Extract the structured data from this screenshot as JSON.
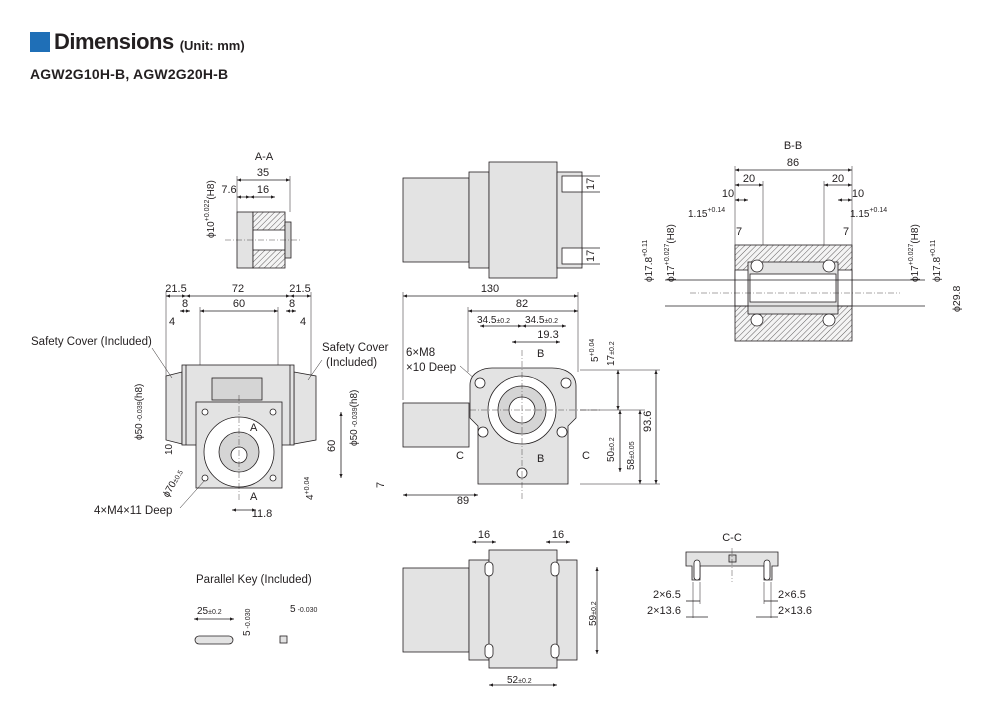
{
  "header": {
    "title": "Dimensions",
    "unit": "(Unit: mm)",
    "model": "AGW2G10H-B, AGW2G20H-B"
  },
  "labels": {
    "section_aa": "A-A",
    "section_bb": "B-B",
    "section_cc": "C-C",
    "safety_cover_left": "Safety Cover (Included)",
    "safety_cover_right_1": "Safety Cover",
    "safety_cover_right_2": "(Included)",
    "tapped_m8_1": "6×M8",
    "tapped_m8_2": "×10 Deep",
    "tapped_m4": "4×M4×11 Deep",
    "parallel_key": "Parallel Key (Included)",
    "a": "A",
    "b": "B",
    "c": "C"
  },
  "dims": {
    "aa_35": "35",
    "aa_7_6": "7.6",
    "aa_16": "16",
    "aa_phi10": "ϕ10",
    "aa_phi10_tol_up": "+0.022",
    "aa_phi10_tol_dn": "0",
    "aa_phi10_fit": "(H8)",
    "front_21_5_l": "21.5",
    "front_72": "72",
    "front_21_5_r": "21.5",
    "front_8_l": "8",
    "front_60": "60",
    "front_8_r": "8",
    "front_4_l": "4",
    "front_4_r": "4",
    "front_phi50_l": "ϕ50",
    "front_phi50_tol": "-0.039",
    "front_phi50_zero": "0",
    "front_fit_h8": "(h8)",
    "front_phi70": "ϕ70",
    "front_phi70_tol": "±0.5",
    "front_10": "10",
    "front_60_v": "60",
    "front_4_v": "4",
    "front_4_tol_up": "+0.04",
    "front_4_tol_dn": "0",
    "front_11_8": "11.8",
    "side_130": "130",
    "side_82": "82",
    "side_34_5_l": "34.5",
    "side_34_5_r": "34.5",
    "side_tol_02": "±0.2",
    "side_19_3": "19.3",
    "side_5": "5",
    "side_5_tol_up": "+0.04",
    "side_5_tol_dn": "0",
    "side_17": "17",
    "side_50": "50",
    "side_58": "58",
    "side_58_tol": "±0.05",
    "side_93_6": "93.6",
    "side_7": "7",
    "side_89": "89",
    "top_17_a": "17",
    "top_17_b": "17",
    "bb_86": "86",
    "bb_20_l": "20",
    "bb_20_r": "20",
    "bb_10_l": "10",
    "bb_10_r": "10",
    "bb_1_15": "1.15",
    "bb_1_15_tol_up": "+0.14",
    "bb_1_15_tol_dn": "0",
    "bb_7_l": "7",
    "bb_7_r": "7",
    "bb_phi17_8": "ϕ17.8",
    "bb_phi17_8_tol_up": "+0.11",
    "bb_phi17_8_tol_dn": "0",
    "bb_phi17": "ϕ17",
    "bb_phi17_tol_up": "+0.027",
    "bb_phi17_tol_dn": "0",
    "bb_fit_h8": "(H8)",
    "bb_phi29_8": "ϕ29.8",
    "bottom_16_l": "16",
    "bottom_16_r": "16",
    "bottom_59": "59",
    "bottom_52": "52",
    "cc_2x6_5_l": "2×6.5",
    "cc_2x13_6_l": "2×13.6",
    "cc_2x6_5_r": "2×6.5",
    "cc_2x13_6_r": "2×13.6",
    "key_25": "25",
    "key_5_a": "5",
    "key_5_b": "5",
    "key_tol_0": "0",
    "key_tol_030": "-0.030"
  }
}
